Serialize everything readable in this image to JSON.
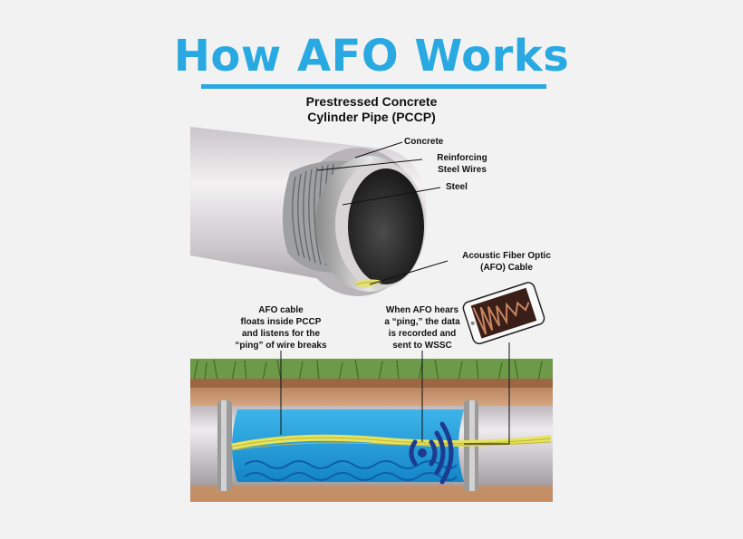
{
  "title": "How AFO Works",
  "subtitle_line1": "Prestressed Concrete",
  "subtitle_line2": "Cylinder Pipe (PCCP)",
  "labels": {
    "concrete": "Concrete",
    "reinforcing_line1": "Reinforcing",
    "reinforcing_line2": "Steel Wires",
    "steel": "Steel",
    "afo_line1": "Acoustic Fiber Optic",
    "afo_line2": "(AFO) Cable",
    "floats": [
      "AFO cable",
      "floats inside PCCP",
      "and listens for the",
      "“ping” of wire breaks"
    ],
    "hears": [
      "When AFO hears",
      "a “ping,” the data",
      "is recorded and",
      "sent to WSSC"
    ]
  },
  "colors": {
    "accent": "#29a9e1",
    "water": "#1aa3e0",
    "cable": "#e8e45a",
    "soil": "#c8956a",
    "grass": "#5d8a3c"
  },
  "icons": [
    "pipe-illustration",
    "signal-waves-icon",
    "smartphone-icon"
  ]
}
